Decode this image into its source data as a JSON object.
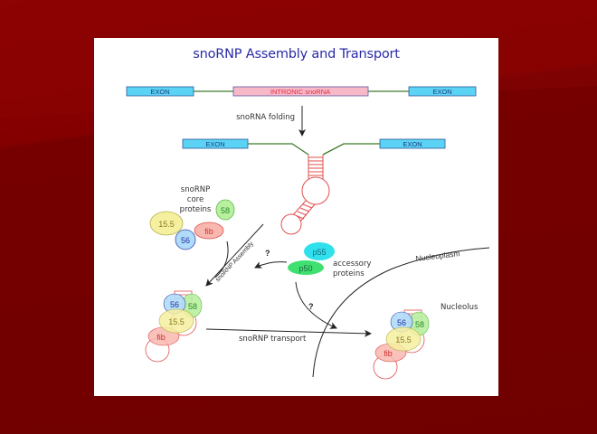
{
  "slide": {
    "title": "snoRNP Assembly and Transport",
    "colors": {
      "background": "#7a0000",
      "title": "#2a2aa8",
      "exon_fill": "#5bd3f5",
      "intron_fill": "#f7b8c8",
      "rna": "#e0504f",
      "linker": "#3e7a2a"
    }
  },
  "gene": {
    "exon_left": "EXON",
    "intron": "INTRONIC snoRNA",
    "exon_right": "EXON"
  },
  "folding": {
    "step_label": "snoRNA folding",
    "exon_left": "EXON",
    "exon_right": "EXON"
  },
  "core_proteins": {
    "label_line1": "snoRNP",
    "label_line2": "core",
    "label_line3": "proteins",
    "p58": "58",
    "p155": "15.5",
    "p56": "56",
    "fib": "fib"
  },
  "assembly": {
    "label": "snoRNP Assembly",
    "question": "?"
  },
  "accessory": {
    "p55": "p55",
    "p50": "p50",
    "label_line1": "accessory",
    "label_line2": "proteins",
    "question": "?"
  },
  "assembled_complex": {
    "p56": "56",
    "p58": "58",
    "p155": "15.5",
    "fib": "fib"
  },
  "transport": {
    "label": "snoRNP transport",
    "compartment_outer": "Nucleoplasm",
    "compartment_inner": "Nucleolus"
  },
  "nucleolar_complex": {
    "p56": "56",
    "p58": "58",
    "p155": "15.5",
    "fib": "fib"
  }
}
